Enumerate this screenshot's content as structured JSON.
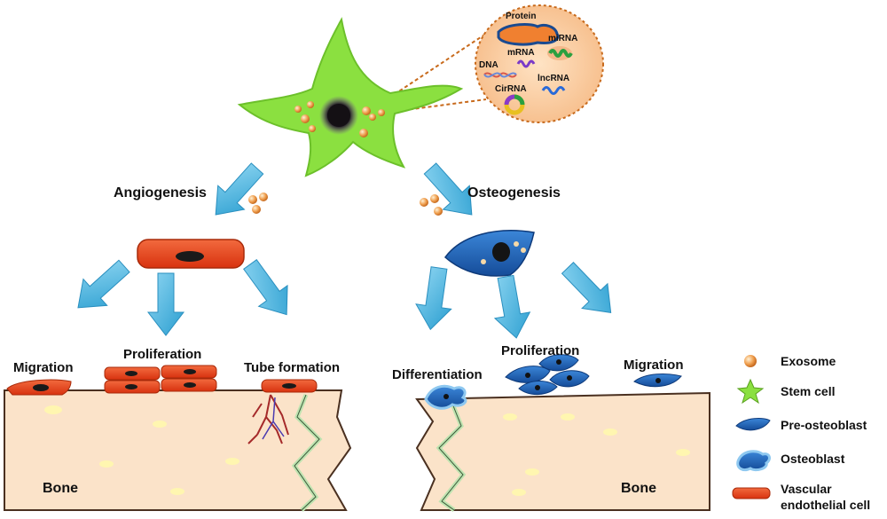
{
  "stem_cell": {
    "label": "Stem cell",
    "exosome_contents": {
      "protein": "Protein",
      "mirna": "miRNA",
      "mrna": "mRNA",
      "dna": "DNA",
      "lncrna": "lncRNA",
      "circrna": "CirRNA"
    }
  },
  "angiogenesis": {
    "title": "Angiogenesis",
    "outcomes": {
      "migration": "Migration",
      "proliferation": "Proliferation",
      "tube_formation": "Tube formation"
    },
    "bone_label": "Bone"
  },
  "osteogenesis": {
    "title": "Osteogenesis",
    "outcomes": {
      "differentiation": "Differentiation",
      "proliferation": "Proliferation",
      "migration": "Migration"
    },
    "bone_label": "Bone"
  },
  "legend": {
    "exosome": "Exosome",
    "stem_cell": "Stem cell",
    "pre_osteoblast": "Pre-osteoblast",
    "osteoblast": "Osteoblast",
    "vascular_line1": "Vascular",
    "vascular_line2": "endothelial cell"
  },
  "colors": {
    "stem_cell": "#8be040",
    "endothelial": "#e8401c",
    "pre_osteoblast": "#1f63b8",
    "arrow": "#3fb0dc",
    "bone": "#fbe3c9",
    "exosome": "#f0a050"
  },
  "icons": [
    "exosome-icon",
    "stem-cell-icon",
    "pre-osteoblast-icon",
    "osteoblast-icon",
    "vascular-endothelial-cell-icon",
    "arrow-icon"
  ]
}
